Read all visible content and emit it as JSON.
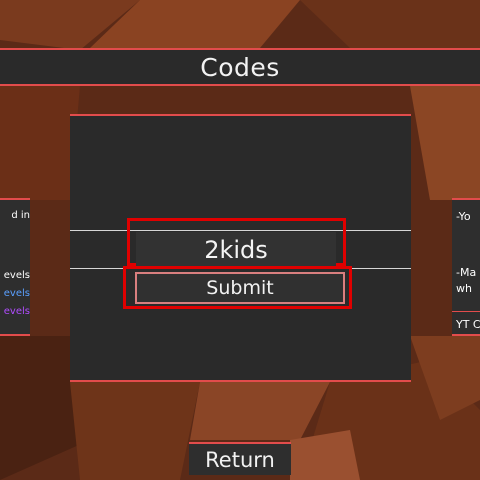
{
  "title": "Codes",
  "code_input": {
    "value": "2kids"
  },
  "submit_label": "Submit",
  "return_label": "Return",
  "left_panel": {
    "lines": [
      {
        "text": "d in",
        "color": "#ffffff"
      },
      {
        "text": "evels",
        "color": "#ffffff"
      },
      {
        "text": "evels",
        "color": "#5aa0ff"
      },
      {
        "text": "evels",
        "color": "#b04cff"
      }
    ]
  },
  "right_panel": {
    "lines": [
      "-Yo",
      "-Ma",
      "wh"
    ],
    "footer": "YT C"
  },
  "colors": {
    "accent": "#e24c4c",
    "highlight": "#e00000",
    "panel": "#2a2a2a"
  }
}
